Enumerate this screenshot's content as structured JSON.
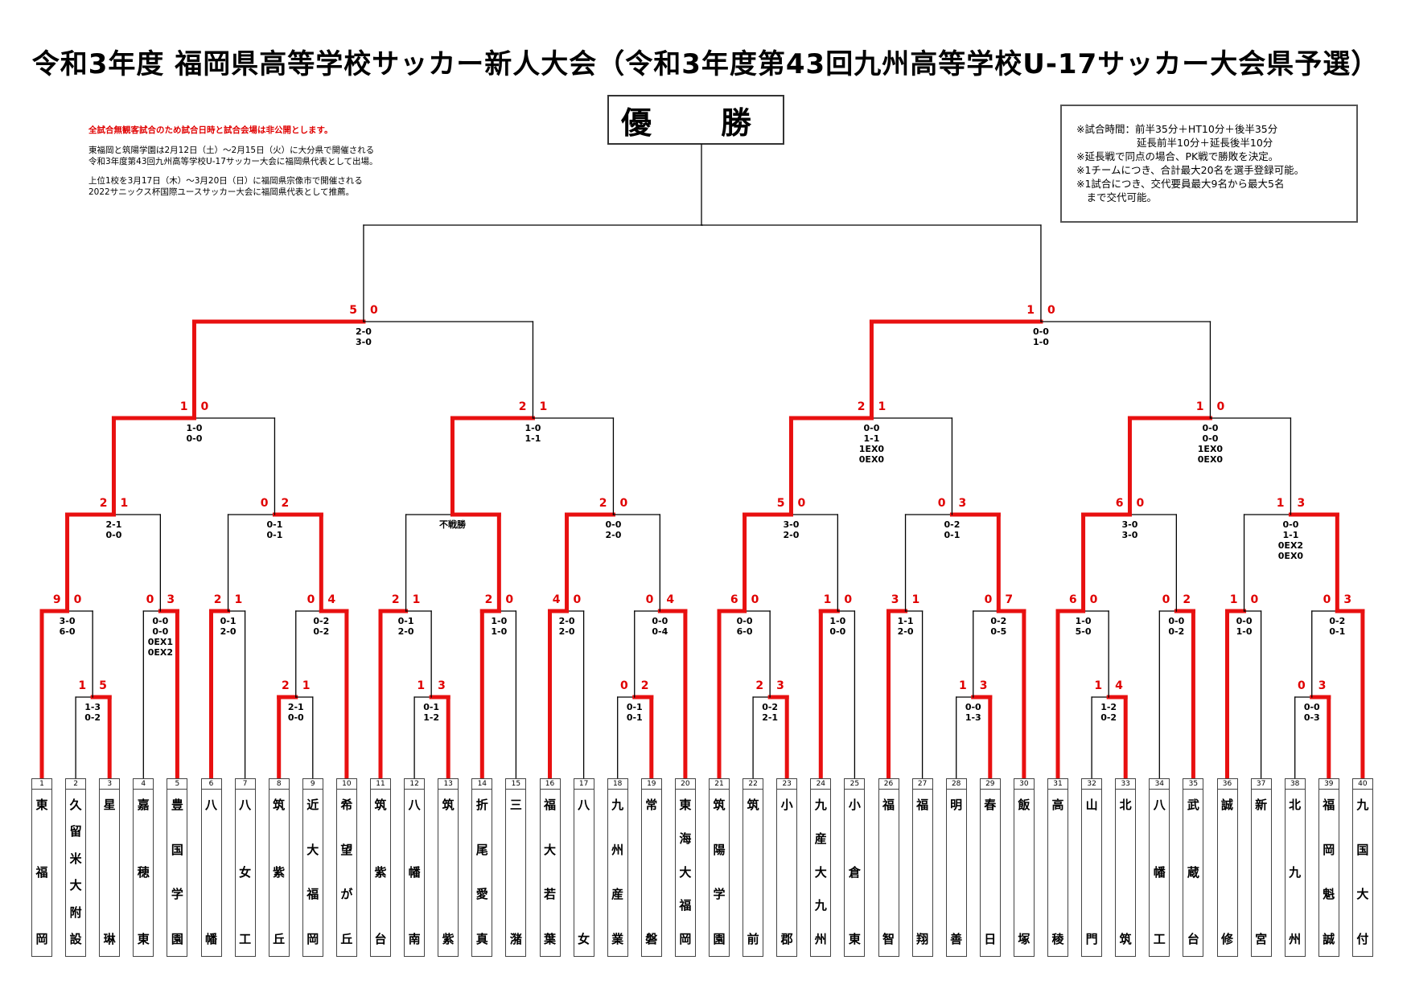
{
  "title": "令和3年度 福岡県高等学校サッカー新人大会（令和3年度第43回九州高等学校U-17サッカー大会県予選）",
  "champion_label": "優　勝",
  "notice": {
    "red": "全試合無観客試合のため試合日時と試合会場は非公開とします。",
    "p1_line1": "東福岡と筑陽学園は2月12日（土）～2月15日（火）に大分県で開催される",
    "p1_line2": "令和3年度第43回九州高等学校U-17サッカー大会に福岡県代表として出場。",
    "p2_line1": "上位1校を3月17日（木）～3月20日（日）に福岡県宗像市で開催される",
    "p2_line2": "2022サニックス杯国際ユースサッカー大会に福岡県代表として推薦。"
  },
  "rules": [
    "※試合時間：前半35分＋HT10分＋後半35分",
    "　　　　　　延長前半10分＋延長後半10分",
    "※延長戦で同点の場合、PK戦で勝敗を決定。",
    "※1チームにつき、合計最大20名を選手登録可能。",
    "※1試合につき、交代要員最大9名から最大5名",
    "　まで交代可能。"
  ],
  "colors": {
    "winner_line": "#e81010",
    "score_red": "#e00000",
    "line": "#000000"
  },
  "teams": [
    {
      "n": "1",
      "name": [
        "東",
        "福",
        "岡"
      ]
    },
    {
      "n": "2",
      "name": [
        "久",
        "留",
        "米",
        "大",
        "附",
        "設"
      ]
    },
    {
      "n": "3",
      "name": [
        "星",
        "琳"
      ]
    },
    {
      "n": "4",
      "name": [
        "嘉",
        "穂",
        "東"
      ]
    },
    {
      "n": "5",
      "name": [
        "豊",
        "国",
        "学",
        "園"
      ]
    },
    {
      "n": "6",
      "name": [
        "八",
        "幡"
      ]
    },
    {
      "n": "7",
      "name": [
        "八",
        "女",
        "工"
      ]
    },
    {
      "n": "8",
      "name": [
        "筑",
        "紫",
        "丘"
      ]
    },
    {
      "n": "9",
      "name": [
        "近",
        "大",
        "福",
        "岡"
      ]
    },
    {
      "n": "10",
      "name": [
        "希",
        "望",
        "が",
        "丘"
      ]
    },
    {
      "n": "11",
      "name": [
        "筑",
        "紫",
        "台"
      ]
    },
    {
      "n": "12",
      "name": [
        "八",
        "幡",
        "南"
      ]
    },
    {
      "n": "13",
      "name": [
        "筑",
        "紫"
      ]
    },
    {
      "n": "14",
      "name": [
        "折",
        "尾",
        "愛",
        "真"
      ]
    },
    {
      "n": "15",
      "name": [
        "三",
        "潴"
      ]
    },
    {
      "n": "16",
      "name": [
        "福",
        "大",
        "若",
        "葉"
      ]
    },
    {
      "n": "17",
      "name": [
        "八",
        "女"
      ]
    },
    {
      "n": "18",
      "name": [
        "九",
        "州",
        "産",
        "業"
      ]
    },
    {
      "n": "19",
      "name": [
        "常",
        "磐"
      ]
    },
    {
      "n": "20",
      "name": [
        "東",
        "海",
        "大",
        "福",
        "岡"
      ]
    },
    {
      "n": "21",
      "name": [
        "筑",
        "陽",
        "学",
        "園"
      ]
    },
    {
      "n": "22",
      "name": [
        "筑",
        "前"
      ]
    },
    {
      "n": "23",
      "name": [
        "小",
        "郡"
      ]
    },
    {
      "n": "24",
      "name": [
        "九",
        "産",
        "大",
        "九",
        "州"
      ]
    },
    {
      "n": "25",
      "name": [
        "小",
        "倉",
        "東"
      ]
    },
    {
      "n": "26",
      "name": [
        "福",
        "智"
      ]
    },
    {
      "n": "27",
      "name": [
        "福",
        "翔"
      ]
    },
    {
      "n": "28",
      "name": [
        "明",
        "善"
      ]
    },
    {
      "n": "29",
      "name": [
        "春",
        "日"
      ]
    },
    {
      "n": "30",
      "name": [
        "飯",
        "塚"
      ]
    },
    {
      "n": "31",
      "name": [
        "高",
        "稜"
      ]
    },
    {
      "n": "32",
      "name": [
        "山",
        "門"
      ]
    },
    {
      "n": "33",
      "name": [
        "北",
        "筑"
      ]
    },
    {
      "n": "34",
      "name": [
        "八",
        "幡",
        "工"
      ]
    },
    {
      "n": "35",
      "name": [
        "武",
        "蔵",
        "台"
      ]
    },
    {
      "n": "36",
      "name": [
        "誠",
        "修"
      ]
    },
    {
      "n": "37",
      "name": [
        "新",
        "宮"
      ]
    },
    {
      "n": "38",
      "name": [
        "北",
        "九",
        "州"
      ]
    },
    {
      "n": "39",
      "name": [
        "福",
        "岡",
        "魁",
        "誠"
      ]
    },
    {
      "n": "40",
      "name": [
        "九",
        "国",
        "大",
        "付"
      ]
    }
  ],
  "matches": [
    {
      "id": "m1",
      "a": "2",
      "b": "3",
      "win": "b",
      "sa": "1",
      "sb": "5",
      "detail": [
        "1-3",
        "0-2"
      ]
    },
    {
      "id": "m2",
      "a": "8",
      "b": "9",
      "win": "a",
      "sa": "2",
      "sb": "1",
      "detail": [
        "2-1",
        "0-0"
      ]
    },
    {
      "id": "m3",
      "a": "12",
      "b": "13",
      "win": "b",
      "sa": "1",
      "sb": "3",
      "detail": [
        "0-1",
        "1-2"
      ]
    },
    {
      "id": "m4",
      "a": "18",
      "b": "19",
      "win": "b",
      "sa": "0",
      "sb": "2",
      "detail": [
        "0-1",
        "0-1"
      ]
    },
    {
      "id": "m5",
      "a": "22",
      "b": "23",
      "win": "b",
      "sa": "2",
      "sb": "3",
      "detail": [
        "0-2",
        "2-1"
      ]
    },
    {
      "id": "m6",
      "a": "28",
      "b": "29",
      "win": "b",
      "sa": "1",
      "sb": "3",
      "detail": [
        "0-0",
        "1-3"
      ]
    },
    {
      "id": "m7",
      "a": "32",
      "b": "33",
      "win": "b",
      "sa": "1",
      "sb": "4",
      "detail": [
        "1-2",
        "0-2"
      ]
    },
    {
      "id": "m8",
      "a": "38",
      "b": "39",
      "win": "b",
      "sa": "0",
      "sb": "3",
      "detail": [
        "0-0",
        "0-3"
      ]
    },
    {
      "id": "r1",
      "a": "1",
      "b": "m1",
      "win": "a",
      "sa": "9",
      "sb": "0",
      "detail": [
        "3-0",
        "6-0"
      ]
    },
    {
      "id": "r2",
      "a": "4",
      "b": "5",
      "win": "b",
      "sa": "0",
      "sb": "3",
      "detail": [
        "0-0",
        "0-0",
        "0EX1",
        "0EX2"
      ]
    },
    {
      "id": "r3",
      "a": "6",
      "b": "7",
      "win": "a",
      "sa": "2",
      "sb": "1",
      "detail": [
        "0-1",
        "2-0"
      ]
    },
    {
      "id": "r4",
      "a": "m2",
      "b": "10",
      "win": "b",
      "sa": "0",
      "sb": "4",
      "detail": [
        "0-2",
        "0-2"
      ]
    },
    {
      "id": "r5",
      "a": "11",
      "b": "m3",
      "win": "a",
      "sa": "2",
      "sb": "1",
      "detail": [
        "0-1",
        "2-0"
      ]
    },
    {
      "id": "r6",
      "a": "14",
      "b": "15",
      "win": "a",
      "sa": "2",
      "sb": "0",
      "detail": [
        "1-0",
        "1-0"
      ]
    },
    {
      "id": "r7",
      "a": "16",
      "b": "17",
      "win": "a",
      "sa": "4",
      "sb": "0",
      "detail": [
        "2-0",
        "2-0"
      ]
    },
    {
      "id": "r8",
      "a": "m4",
      "b": "20",
      "win": "b",
      "sa": "0",
      "sb": "4",
      "detail": [
        "0-0",
        "0-4"
      ]
    },
    {
      "id": "r9",
      "a": "21",
      "b": "m5",
      "win": "a",
      "sa": "6",
      "sb": "0",
      "detail": [
        "0-0",
        "6-0"
      ]
    },
    {
      "id": "r10",
      "a": "24",
      "b": "25",
      "win": "a",
      "sa": "1",
      "sb": "0",
      "detail": [
        "1-0",
        "0-0"
      ]
    },
    {
      "id": "r11",
      "a": "26",
      "b": "27",
      "win": "a",
      "sa": "3",
      "sb": "1",
      "detail": [
        "1-1",
        "2-0"
      ]
    },
    {
      "id": "r12",
      "a": "m6",
      "b": "30",
      "win": "b",
      "sa": "0",
      "sb": "7",
      "detail": [
        "0-2",
        "0-5"
      ]
    },
    {
      "id": "r13",
      "a": "31",
      "b": "m7",
      "win": "a",
      "sa": "6",
      "sb": "0",
      "detail": [
        "1-0",
        "5-0"
      ]
    },
    {
      "id": "r14",
      "a": "34",
      "b": "35",
      "win": "b",
      "sa": "0",
      "sb": "2",
      "detail": [
        "0-0",
        "0-2"
      ]
    },
    {
      "id": "r15",
      "a": "36",
      "b": "37",
      "win": "a",
      "sa": "1",
      "sb": "0",
      "detail": [
        "0-0",
        "1-0"
      ]
    },
    {
      "id": "r16",
      "a": "m8",
      "b": "40",
      "win": "b",
      "sa": "0",
      "sb": "3",
      "detail": [
        "0-2",
        "0-1"
      ]
    },
    {
      "id": "q1",
      "a": "r1",
      "b": "r2",
      "win": "a",
      "sa": "2",
      "sb": "1",
      "detail": [
        "2-1",
        "0-0"
      ]
    },
    {
      "id": "q2",
      "a": "r3",
      "b": "r4",
      "win": "b",
      "sa": "0",
      "sb": "2",
      "detail": [
        "0-1",
        "0-1"
      ]
    },
    {
      "id": "q3",
      "a": "r5",
      "b": "r6",
      "win": "b",
      "sa": "",
      "sb": "",
      "detail": [
        "不戦勝"
      ]
    },
    {
      "id": "q4",
      "a": "r7",
      "b": "r8",
      "win": "a",
      "sa": "2",
      "sb": "0",
      "detail": [
        "0-0",
        "2-0"
      ]
    },
    {
      "id": "q5",
      "a": "r9",
      "b": "r10",
      "win": "a",
      "sa": "5",
      "sb": "0",
      "detail": [
        "3-0",
        "2-0"
      ]
    },
    {
      "id": "q6",
      "a": "r11",
      "b": "r12",
      "win": "b",
      "sa": "0",
      "sb": "3",
      "detail": [
        "0-2",
        "0-1"
      ]
    },
    {
      "id": "q7",
      "a": "r13",
      "b": "r14",
      "win": "a",
      "sa": "6",
      "sb": "0",
      "detail": [
        "3-0",
        "3-0"
      ]
    },
    {
      "id": "q8",
      "a": "r15",
      "b": "r16",
      "win": "b",
      "sa": "1",
      "sb": "3",
      "detail": [
        "0-0",
        "1-1",
        "0EX2",
        "0EX0"
      ]
    },
    {
      "id": "s1",
      "a": "q1",
      "b": "q2",
      "win": "a",
      "sa": "1",
      "sb": "0",
      "detail": [
        "1-0",
        "0-0"
      ]
    },
    {
      "id": "s2",
      "a": "q3",
      "b": "q4",
      "win": "a",
      "sa": "2",
      "sb": "1",
      "detail": [
        "1-0",
        "1-1"
      ]
    },
    {
      "id": "s3",
      "a": "q5",
      "b": "q6",
      "win": "a",
      "sa": "2",
      "sb": "1",
      "detail": [
        "0-0",
        "1-1",
        "1EX0",
        "0EX0"
      ]
    },
    {
      "id": "s4",
      "a": "q7",
      "b": "q8",
      "win": "a",
      "sa": "1",
      "sb": "0",
      "detail": [
        "0-0",
        "0-0",
        "1EX0",
        "0EX0"
      ]
    },
    {
      "id": "f1",
      "a": "s1",
      "b": "s2",
      "win": "a",
      "sa": "5",
      "sb": "0",
      "detail": [
        "2-0",
        "3-0"
      ]
    },
    {
      "id": "f2",
      "a": "s3",
      "b": "s4",
      "win": "a",
      "sa": "1",
      "sb": "0",
      "detail": [
        "0-0",
        "1-0"
      ]
    },
    {
      "id": "final",
      "a": "f1",
      "b": "f2",
      "win": "none",
      "sa": "",
      "sb": "",
      "detail": []
    }
  ]
}
